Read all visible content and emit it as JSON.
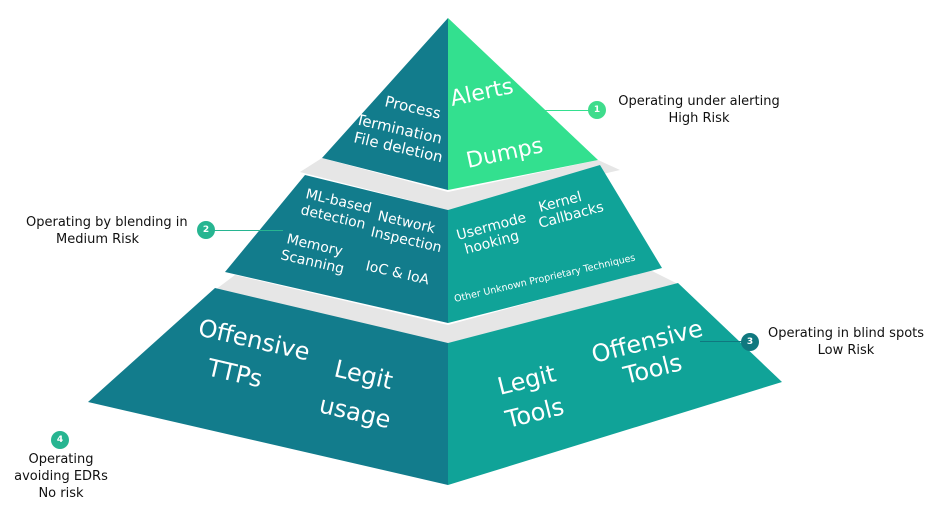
{
  "colors": {
    "dark_teal": "#127c8c",
    "mid_teal": "#10a398",
    "light_green": "#33e08f",
    "shadow_gray": "#e6e6e6",
    "badge_1": "#3fdc8c",
    "badge_2": "#27b591",
    "badge_3": "#10787f",
    "badge_4": "#27b591"
  },
  "tiers": {
    "top": {
      "left": [
        "Process",
        "Termination",
        "File deletion"
      ],
      "right": [
        "Alerts",
        "Dumps"
      ]
    },
    "middle": {
      "left": [
        "ML-based",
        "detection",
        "Network",
        "Inspection",
        "Memory",
        "Scanning",
        "IoC & IoA"
      ],
      "right": [
        "Usermode",
        "hooking",
        "Kernel",
        "Callbacks",
        "Other Unknown Proprietary Techniques"
      ]
    },
    "bottom": {
      "left": [
        "Offensive",
        "TTPs",
        "Legit",
        "usage"
      ],
      "right": [
        "Legit",
        "Tools",
        "Offensive",
        "Tools"
      ]
    }
  },
  "callouts": [
    {
      "num": "1",
      "line1": "Operating under alerting",
      "line2": "High Risk"
    },
    {
      "num": "2",
      "line1": "Operating by blending in",
      "line2": "Medium Risk"
    },
    {
      "num": "3",
      "line1": "Operating in blind spots",
      "line2": "Low Risk"
    },
    {
      "num": "4",
      "line1": "Operating",
      "line2": "avoiding EDRs",
      "line3": "No risk"
    }
  ]
}
